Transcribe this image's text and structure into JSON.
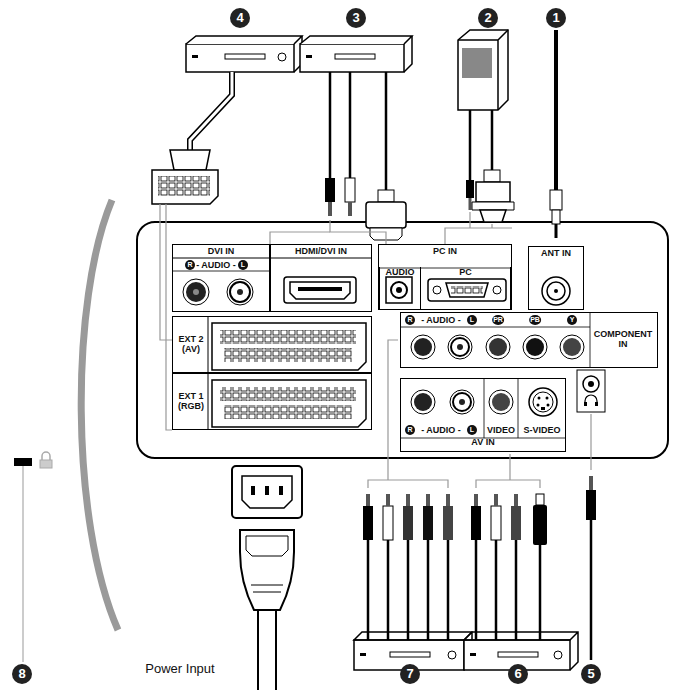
{
  "diagram": {
    "nodes": [
      {
        "text": [
          "DVI IN"
        ]
      },
      {
        "text": [
          "HDMI/DVI IN"
        ]
      },
      {
        "text": [
          "PC IN"
        ]
      },
      {
        "text": [
          "AUDIO"
        ],
        "in": 2
      },
      {
        "text": [
          "PC"
        ],
        "in": 2
      },
      {
        "text": [
          "ANT IN"
        ]
      },
      {
        "text": [
          "EXT 2 (AV)"
        ]
      },
      {
        "text": [
          "EXT 1 (RGB)"
        ]
      },
      {
        "text": [
          "COMPONENT IN"
        ]
      },
      {
        "text": [
          "AV IN"
        ]
      }
    ],
    "labels": [
      "R",
      "- AUDIO -",
      "L",
      "R",
      "- AUDIO -",
      "L",
      "PR",
      "PB",
      "Y",
      "R",
      "- AUDIO -",
      "L",
      "VIDEO",
      "S-VIDEO",
      "Power Input",
      "1",
      "2",
      "3",
      "4",
      "5",
      "6",
      "7",
      "8"
    ]
  }
}
